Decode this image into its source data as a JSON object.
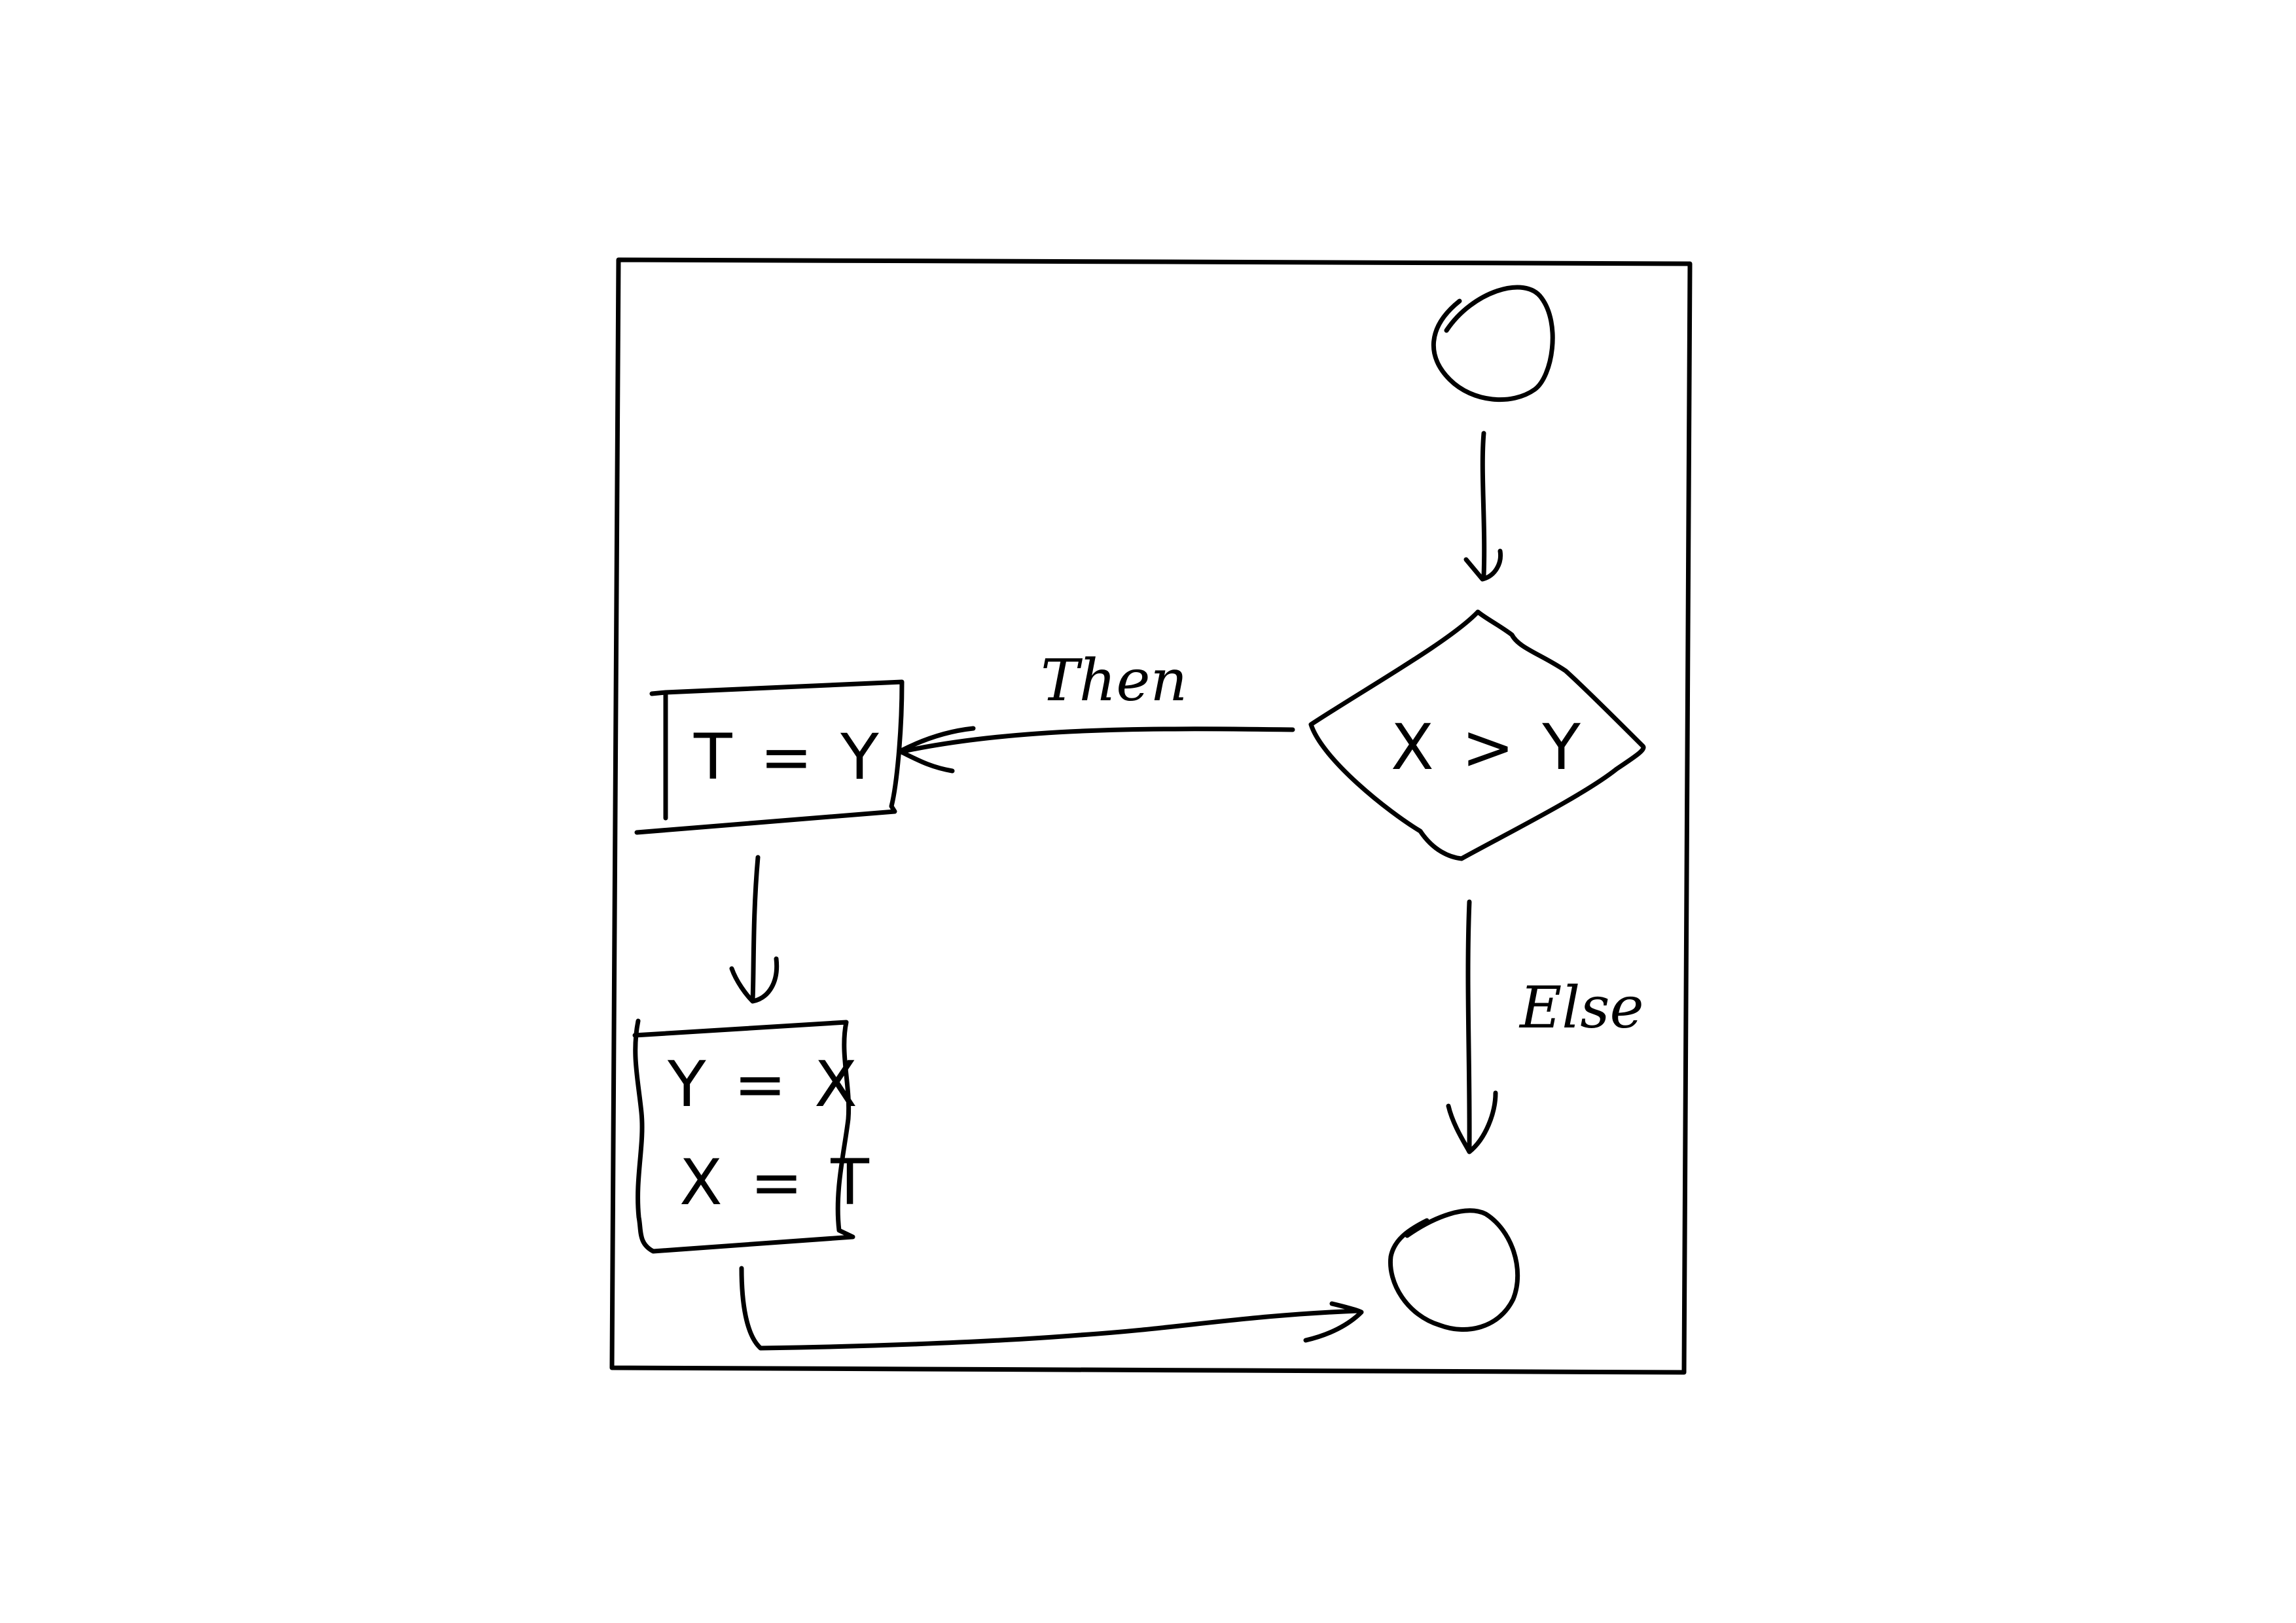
{
  "diagram": {
    "nodes": {
      "start": {
        "kind": "start-circle"
      },
      "decision": {
        "kind": "diamond",
        "text": "X > Y"
      },
      "assign_t": {
        "kind": "process-box",
        "text": "T = Y"
      },
      "swap": {
        "kind": "process-box",
        "lines": [
          "Y = X",
          "X = T"
        ]
      },
      "end": {
        "kind": "end-circle"
      }
    },
    "edges": {
      "then_label": "Then",
      "else_label": "Else"
    }
  }
}
